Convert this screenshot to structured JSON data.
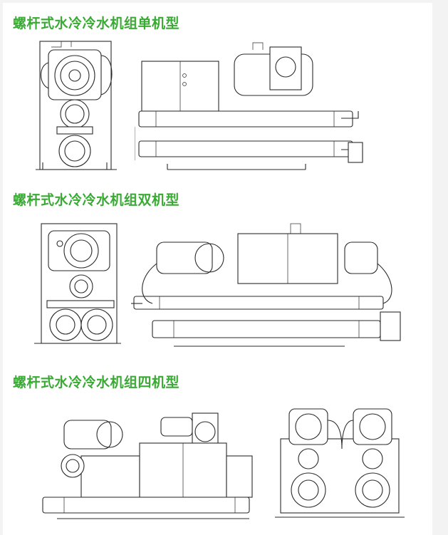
{
  "colors": {
    "title": "#3aaa35",
    "line": "#2a2a2a",
    "background": "#ffffff"
  },
  "sections": [
    {
      "title": "螺杆式水冷冷水机组单机型"
    },
    {
      "title": "螺杆式水冷冷水机组双机型"
    },
    {
      "title": "螺杆式水冷冷水机组四机型"
    }
  ]
}
